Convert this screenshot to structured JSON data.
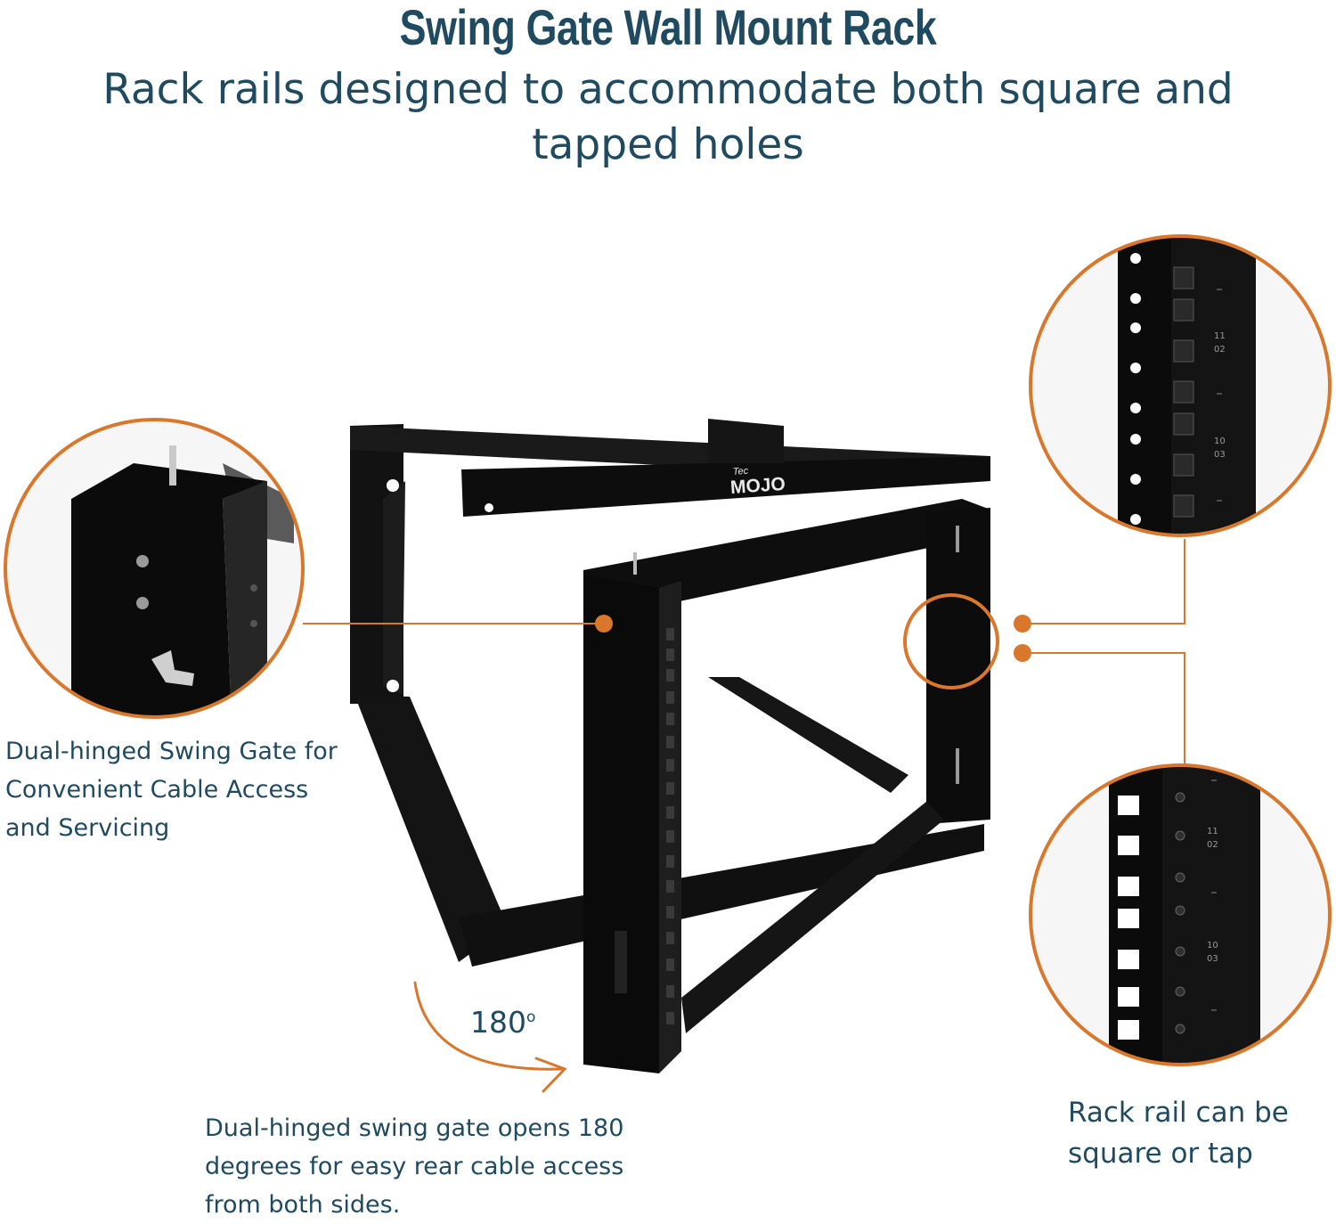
{
  "header": {
    "title": "Swing Gate Wall Mount Rack",
    "subtitle": "Rack rails designed to accommodate both square and tapped holes"
  },
  "captions": {
    "left": "Dual-hinged Swing Gate for\nConvenient Cable Access\nand Servicing",
    "bottom": "Dual-hinged swing gate opens 180\ndegrees for easy rear cable access\nfrom both sides.",
    "right": "Rack rail can be\nsquare or tap"
  },
  "rotation": {
    "value": "180",
    "unit": "o"
  },
  "brand": {
    "prefix": "Tec",
    "name": "MOJO"
  },
  "rail_marks": {
    "a_top": "11",
    "a_bottom": "02",
    "b_top": "10",
    "b_bottom": "03"
  },
  "colors": {
    "accent": "#d9782d",
    "text": "#1f4a5f",
    "metal": "#111111"
  }
}
